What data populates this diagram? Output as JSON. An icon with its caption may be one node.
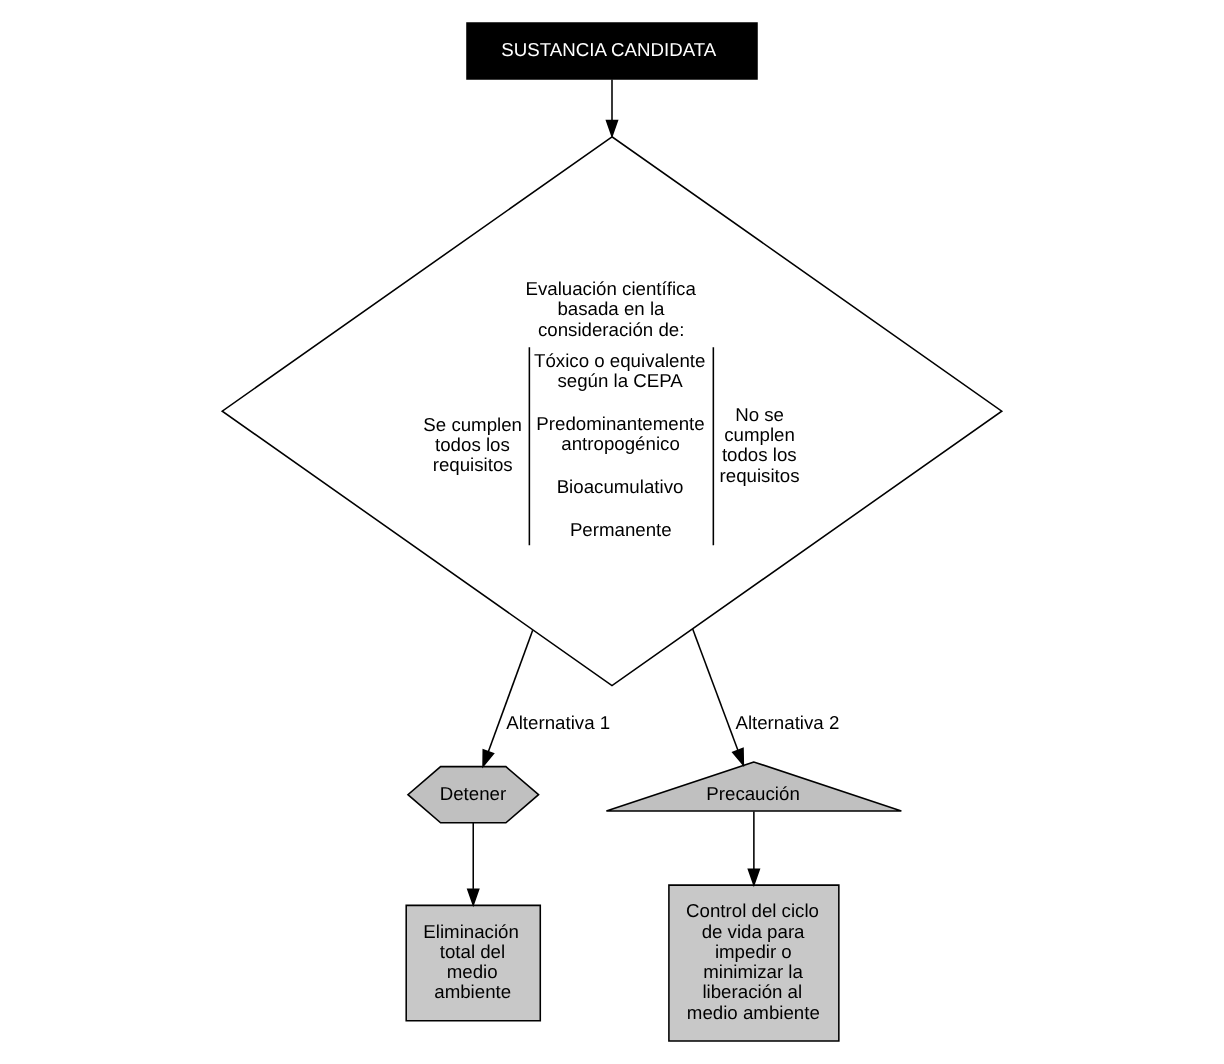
{
  "diagram": {
    "nodes": [
      {
        "text": [
          "SUSTANCIA CANDIDATA"
        ]
      },
      {
        "text": [
          "Evaluación científica basada en la consideración de:",
          "Se cumplen todos los requisitos",
          "Tóxico o equivalente según la CEPA",
          "Predominantemente antropogénico",
          "Bioacumulativo",
          "Permanente",
          "No se cumplen todos los requisitos"
        ]
      },
      {
        "text": [
          "Detener"
        ]
      },
      {
        "text": [
          "Precaución"
        ]
      },
      {
        "text": [
          "Eliminación total del medio ambiente"
        ]
      },
      {
        "text": [
          "Control del ciclo de vida para impedir o minimizar la liberación al medio ambiente"
        ]
      }
    ],
    "edges": [
      {
        "from": 0,
        "to": 1,
        "arrow": "to"
      },
      {
        "from": 1,
        "to": 2,
        "arrow": "to",
        "label": "Alternativa 1"
      },
      {
        "from": 1,
        "to": 3,
        "arrow": "to",
        "label": "Alternativa 2"
      },
      {
        "from": 2,
        "to": 4,
        "arrow": "to"
      },
      {
        "from": 3,
        "to": 5,
        "arrow": "to"
      }
    ]
  }
}
